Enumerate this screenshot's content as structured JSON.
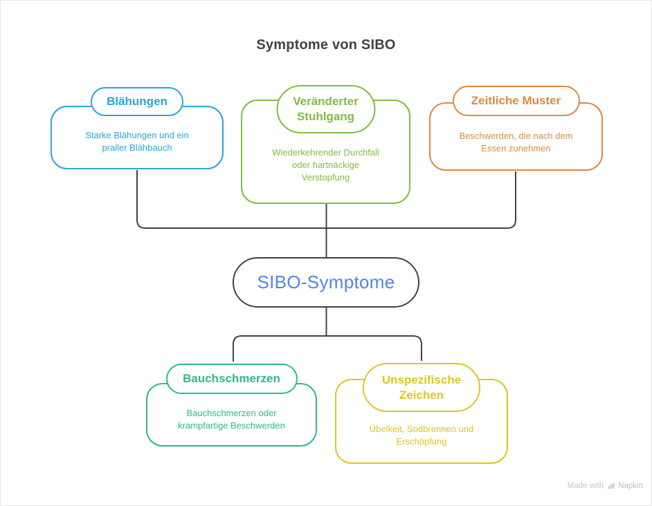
{
  "title": "Symptome von SIBO",
  "center": {
    "label": "SIBO-Symptome",
    "text_color": "#4c86ec",
    "border_color": "#3f4245"
  },
  "connector_color": "#3f4245",
  "nodes": [
    {
      "id": "blaehungen",
      "label": "Blähungen",
      "label_lines": [
        "Blähungen"
      ],
      "description": "Starke Blähungen und ein praller Blähbauch",
      "description_lines": [
        "Starke Blähungen und ein",
        "praller Blähbauch"
      ],
      "color": "#29a5de"
    },
    {
      "id": "veraenderter-stuhlgang",
      "label": "Veränderter Stuhlgang",
      "label_lines": [
        "Veränderter",
        "Stuhlgang"
      ],
      "description": "Wiederkehrender Durchfall oder hartnäckige Verstopfung",
      "description_lines": [
        "Wiederkehrender Durchfall",
        "oder hartnäckige",
        "Verstopfung"
      ],
      "color": "#82bb40"
    },
    {
      "id": "zeitliche-muster",
      "label": "Zeitliche Muster",
      "label_lines": [
        "Zeitliche Muster"
      ],
      "description": "Beschwerden, die nach dem Essen zunehmen",
      "description_lines": [
        "Beschwerden, die nach dem",
        "Essen zunehmen"
      ],
      "color": "#dc8a3d"
    },
    {
      "id": "bauchschmerzen",
      "label": "Bauchschmerzen",
      "label_lines": [
        "Bauchschmerzen"
      ],
      "description": "Bauchschmerzen oder krampfartige Beschwerden",
      "description_lines": [
        "Bauchschmerzen oder",
        "krampfartige Beschwerden"
      ],
      "color": "#2abd80"
    },
    {
      "id": "unspezifische-zeichen",
      "label": "Unspezifische Zeichen",
      "label_lines": [
        "Unspezifische",
        "Zeichen"
      ],
      "description": "Übelkeit, Sodbrennen und Erschöpfung",
      "description_lines": [
        "Übelkeit, Sodbrennen und",
        "Erschöpfung"
      ],
      "color": "#e2c41f"
    }
  ],
  "watermark": {
    "prefix": "Made with",
    "brand": "Napkin"
  }
}
